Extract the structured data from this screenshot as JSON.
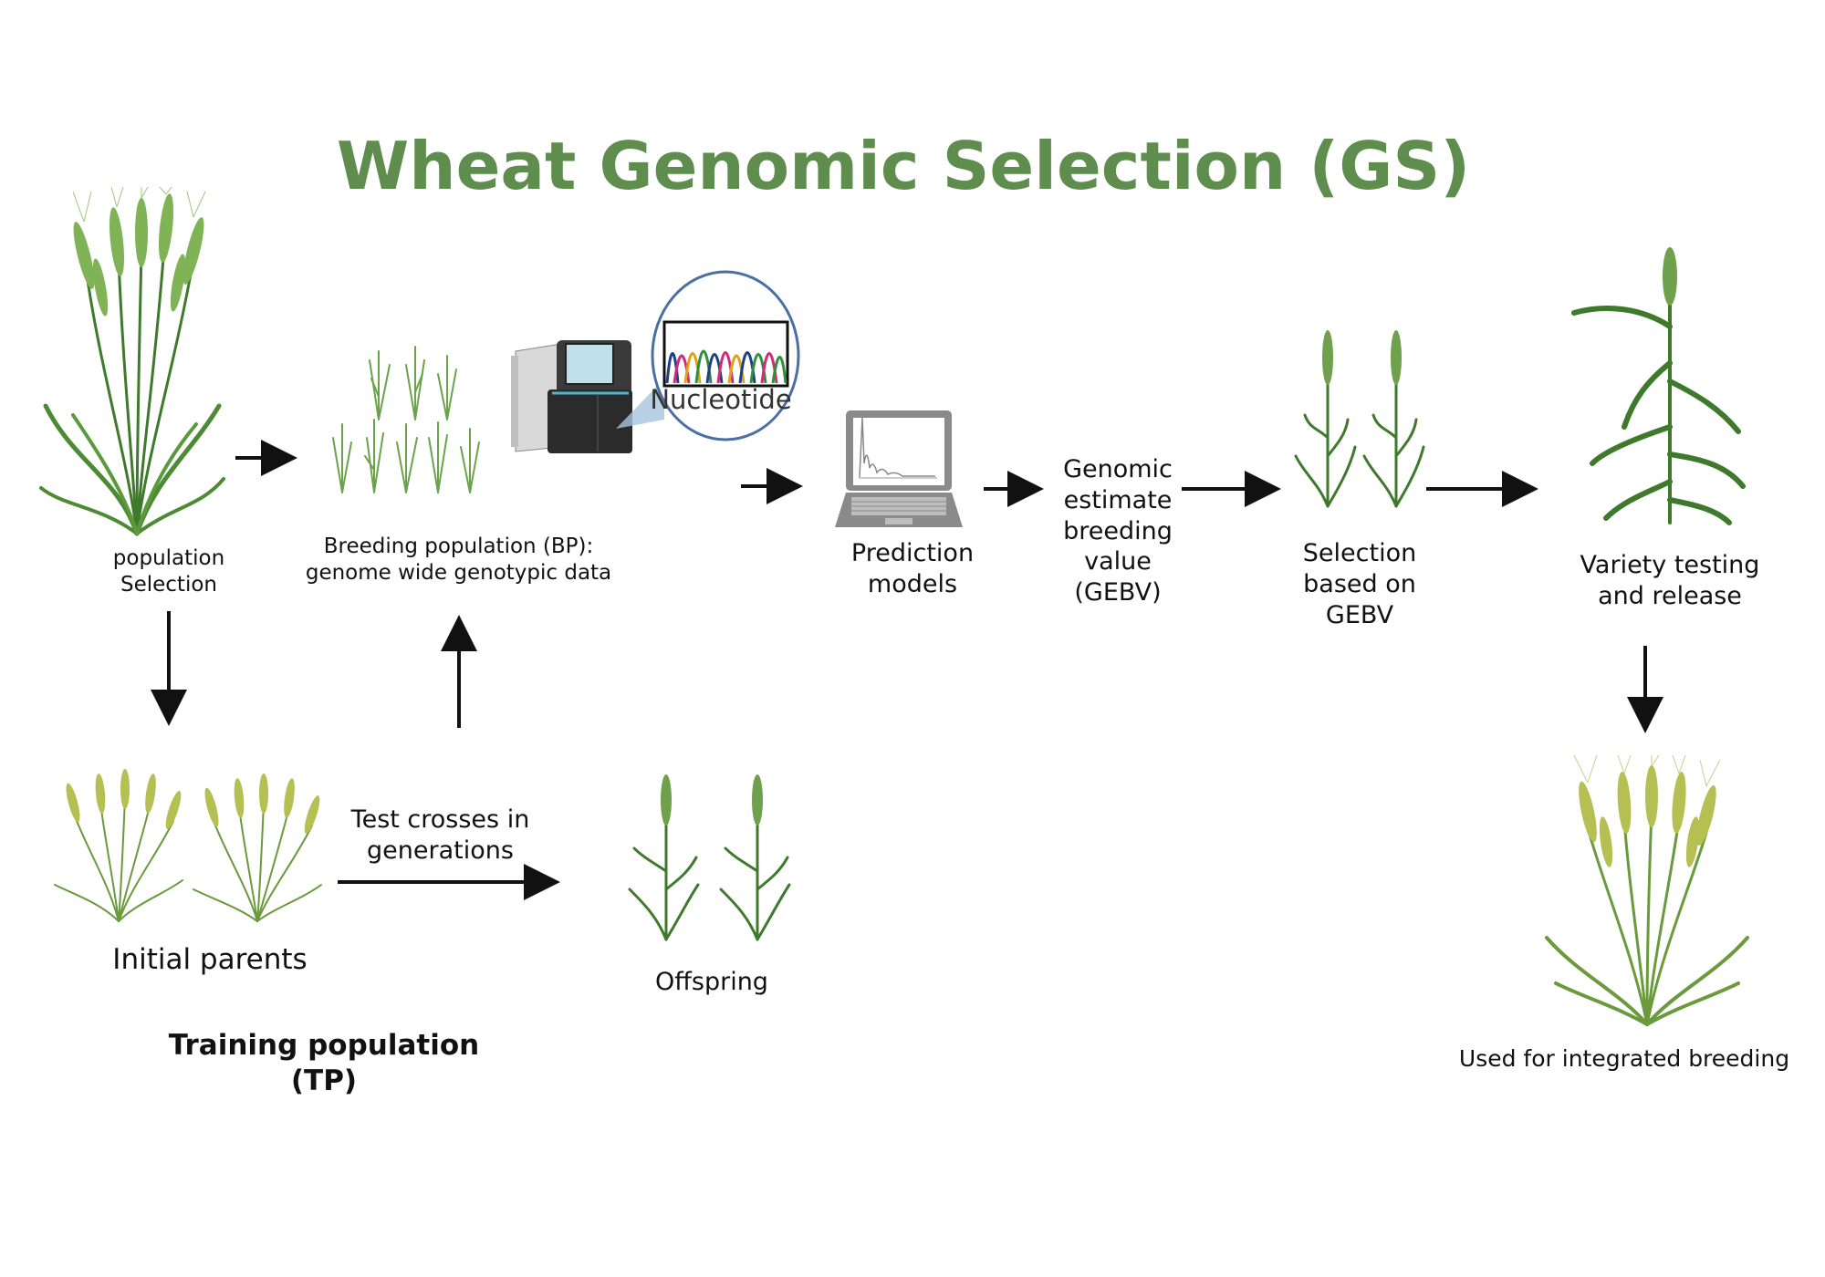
{
  "title": "Wheat Genomic Selection (GS)",
  "accent_color": "#5f8d4e",
  "labels": {
    "population_selection": [
      "population",
      "Selection"
    ],
    "breeding_population": [
      "Breeding population (BP):",
      "genome wide genotypic data"
    ],
    "nucleotide": "Nucleotide",
    "prediction_models": [
      "Prediction",
      "models"
    ],
    "gebv": [
      "Genomic",
      "estimate",
      "breeding",
      "value",
      "(GEBV)"
    ],
    "selection_gebv": [
      "Selection",
      "based on",
      "GEBV"
    ],
    "variety_testing": [
      "Variety testing",
      "and release"
    ],
    "initial_parents": "Initial parents",
    "test_crosses": [
      "Test crosses in",
      "generations"
    ],
    "offspring": "Offspring",
    "training_population": "Training population (TP)",
    "integrated_breeding": "Used for integrated breeding"
  },
  "icons": [
    "wheat-bunch-icon",
    "seedlings-icon",
    "sequencer-icon",
    "chromatogram-icon",
    "laptop-icon",
    "wheat-plant-icon",
    "tall-wheat-plant-icon",
    "arrow-icon"
  ]
}
